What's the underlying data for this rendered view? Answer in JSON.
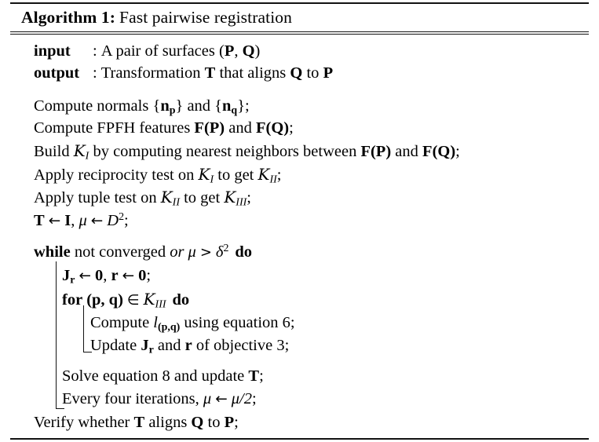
{
  "algorithm": {
    "number_label": "Algorithm 1:",
    "title": "Fast pairwise registration",
    "io": {
      "input_label": "input",
      "input_sep": ":",
      "input_text_pre": "A pair of surfaces (",
      "input_var_1": "P",
      "input_comma": ", ",
      "input_var_2": "Q",
      "input_text_post": ")",
      "output_label": "output",
      "output_sep": ":",
      "output_text_pre": "Transformation ",
      "output_var_T": "T",
      "output_text_mid": " that aligns ",
      "output_var_Q": "Q",
      "output_text_to": " to ",
      "output_var_P": "P"
    },
    "lines": {
      "l1_pre": "Compute normals {",
      "l1_n1": "n",
      "l1_n1_sub": "p",
      "l1_mid": "} and {",
      "l1_n2": "n",
      "l1_n2_sub": "q",
      "l1_post": "};",
      "l2_pre": "Compute FPFH features ",
      "l2_F1": "F",
      "l2_P": "(P)",
      "l2_mid": " and ",
      "l2_F2": "F",
      "l2_Q": "(Q)",
      "l2_post": ";",
      "l3_pre": "Build ",
      "l3_K": "K",
      "l3_K_sub": "I",
      "l3_mid": " by computing nearest neighbors between ",
      "l3_F1": "F",
      "l3_P": "(P)",
      "l3_and": " and ",
      "l3_F2": "F",
      "l3_Q": "(Q)",
      "l3_post": ";",
      "l4_pre": "Apply reciprocity test on ",
      "l4_K1": "K",
      "l4_K1_sub": "I",
      "l4_mid": " to get ",
      "l4_K2": "K",
      "l4_K2_sub": "II",
      "l4_post": ";",
      "l5_pre": "Apply tuple test on ",
      "l5_K1": "K",
      "l5_K1_sub": "II",
      "l5_mid": " to get ",
      "l5_K2": "K",
      "l5_K2_sub": "III",
      "l5_post": ";",
      "l6_T": "T",
      "l6_arrow1": "←",
      "l6_I": "I",
      "l6_comma": ", ",
      "l6_mu": "μ",
      "l6_arrow2": "←",
      "l6_D": "D",
      "l6_D_sup": "2",
      "l6_post": ";",
      "while_kw": "while",
      "while_text": " not converged ",
      "while_or": "or",
      "while_mu": "μ",
      "while_gt": ">",
      "while_delta": "δ",
      "while_delta_sup": "2",
      "while_do": "do",
      "b1_J": "J",
      "b1_J_sub": "r",
      "b1_arrow1": "←",
      "b1_zero1": "0",
      "b1_comma": ", ",
      "b1_r": "r",
      "b1_arrow2": "←",
      "b1_zero2": "0",
      "b1_post": ";",
      "for_kw": "for",
      "for_pair": "(p, q)",
      "for_in": "∈",
      "for_K": "K",
      "for_K_sub": "III",
      "for_do": "do",
      "b2_pre": "Compute ",
      "b2_l": "l",
      "b2_l_sub": "(p,q)",
      "b2_post": " using equation 6;",
      "b3_pre": "Update ",
      "b3_J": "J",
      "b3_J_sub": "r",
      "b3_mid": " and ",
      "b3_r": "r",
      "b3_post": " of objective 3;",
      "b4": "Solve equation 8 and update ",
      "b4_T": "T",
      "b4_post": ";",
      "b5_pre": "Every four iterations, ",
      "b5_mu1": "μ",
      "b5_arrow": "←",
      "b5_mu2": "μ",
      "b5_frac": "/2",
      "b5_post": ";",
      "last_pre": "Verify whether ",
      "last_T": "T",
      "last_mid": " aligns ",
      "last_Q": "Q",
      "last_to": " to ",
      "last_P": "P",
      "last_post": ";"
    }
  }
}
